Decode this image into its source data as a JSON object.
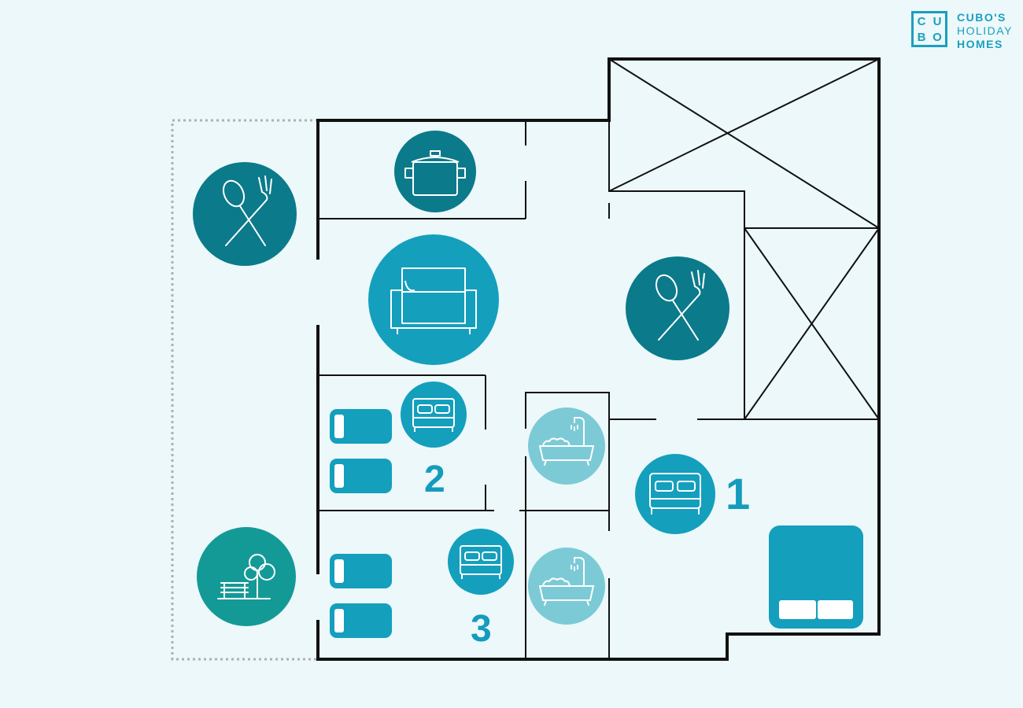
{
  "brand": {
    "mark_letters": [
      "C",
      "U",
      "B",
      "O"
    ],
    "line1": "CUBO'S",
    "line2": "HOLIDAY",
    "line3": "HOMES"
  },
  "rooms": {
    "bedroom_1": "1",
    "bedroom_2": "2",
    "bedroom_3": "3"
  },
  "icons": [
    "dining-icon",
    "kitchen-icon",
    "living-room-icon",
    "dining-icon",
    "bedroom-icon",
    "bathroom-icon",
    "bathroom-icon",
    "terrace-icon",
    "single-bed-icon",
    "double-bed-icon"
  ],
  "colors": {
    "background": "#ecf8fa",
    "wall": "#111111",
    "dark_teal": "#0b7a8a",
    "teal": "#169fbd",
    "light_teal": "#7ccad6",
    "accent": "#1a9fbf"
  }
}
